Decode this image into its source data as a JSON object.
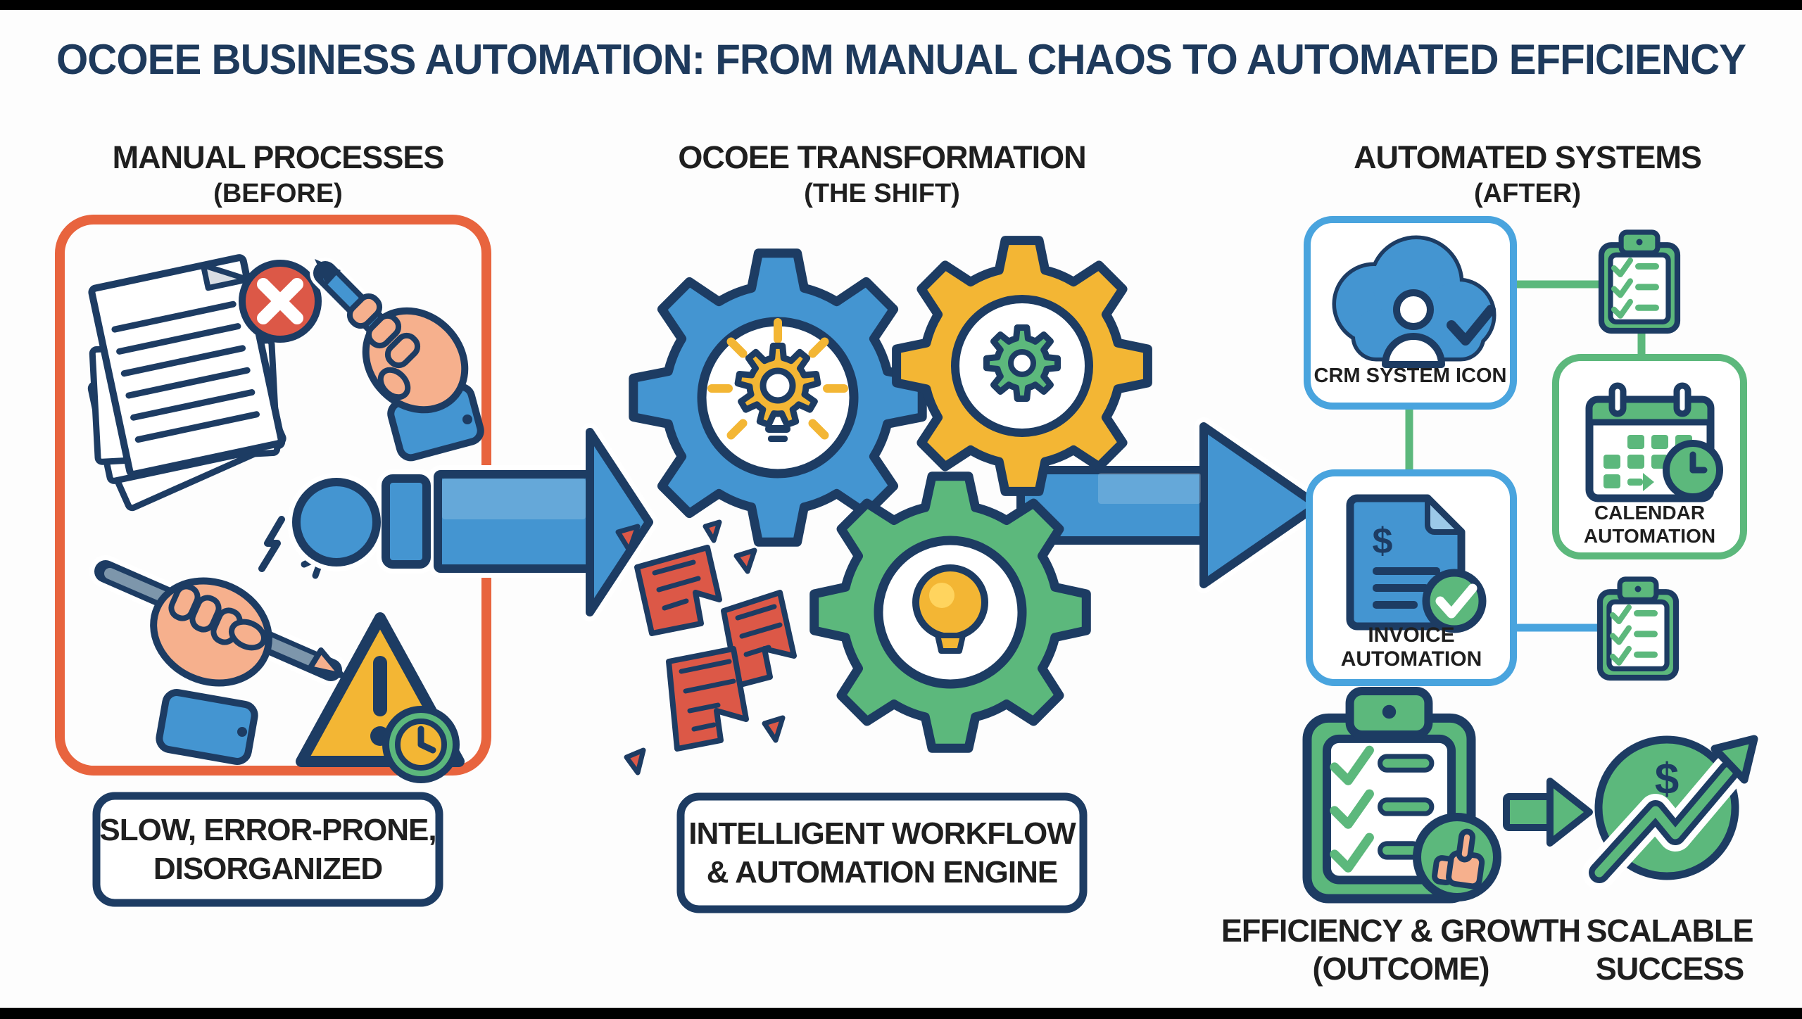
{
  "title": "OCOEE BUSINESS AUTOMATION: FROM MANUAL CHAOS TO AUTOMATED EFFICIENCY",
  "columns": {
    "before": {
      "heading": "MANUAL PROCESSES",
      "subheading": "(BEFORE)",
      "caption": {
        "line1": "SLOW, ERROR-PRONE,",
        "line2": "DISORGANIZED"
      }
    },
    "shift": {
      "heading": "OCOEE TRANSFORMATION",
      "subheading": "(THE SHIFT)",
      "caption": {
        "line1": "INTELLIGENT WORKFLOW",
        "line2": "& AUTOMATION ENGINE"
      }
    },
    "after": {
      "heading": "AUTOMATED SYSTEMS",
      "subheading": "(AFTER)"
    }
  },
  "after_section": {
    "crm_box": {
      "label": "CRM SYSTEM ICON"
    },
    "calendar_box": {
      "label_line1": "CALENDAR",
      "label_line2": "AUTOMATION"
    },
    "invoice_box": {
      "label_line1": "INVOICE",
      "label_line2": "AUTOMATION"
    },
    "outcome": {
      "line1": "EFFICIENCY & GROWTH",
      "line2": "(OUTCOME)"
    },
    "success": {
      "line1": "SCALABLE",
      "line2": "SUCCESS"
    }
  },
  "glyphs": {
    "dollar": "$"
  },
  "icons": [
    "stacked-papers-icon",
    "error-x-icon",
    "hand-holding-pen-icon",
    "writing-hand-icon",
    "stress-marks-icon",
    "warning-deadline-icon",
    "segmented-flow-arrow-icon",
    "flow-arrow-icon",
    "gear-lightbulb-icon",
    "gear-yellow-icon",
    "gear-green-lightbulb-icon",
    "torn-documents-icon",
    "cloud-user-check-icon",
    "checklist-clipboard-icon",
    "calendar-clock-icon",
    "invoice-document-icon",
    "checklist-clipboard-small-icon",
    "thumbs-up-clipboard-icon",
    "growth-arrow-icon",
    "dollar-growth-icon"
  ],
  "colors": {
    "navy": "#1d3c63",
    "blue": "#4495d1",
    "blue_light": "#9cc9e8",
    "blue_border": "#49a4de",
    "green": "#5cb87c",
    "green_dark": "#3e9e62",
    "yellow": "#f3b634",
    "yellow_light": "#ffd45e",
    "orange": "#e8643e",
    "red": "#dc5847",
    "skin": "#f6b08d",
    "steel": "#7d96ab",
    "gray_fold": "#d9dee4",
    "white": "#ffffff",
    "ink": "#1f1f1f",
    "title_navy": "#1e3a5c",
    "bg": "#fdfdfd",
    "frame": "#000000"
  }
}
